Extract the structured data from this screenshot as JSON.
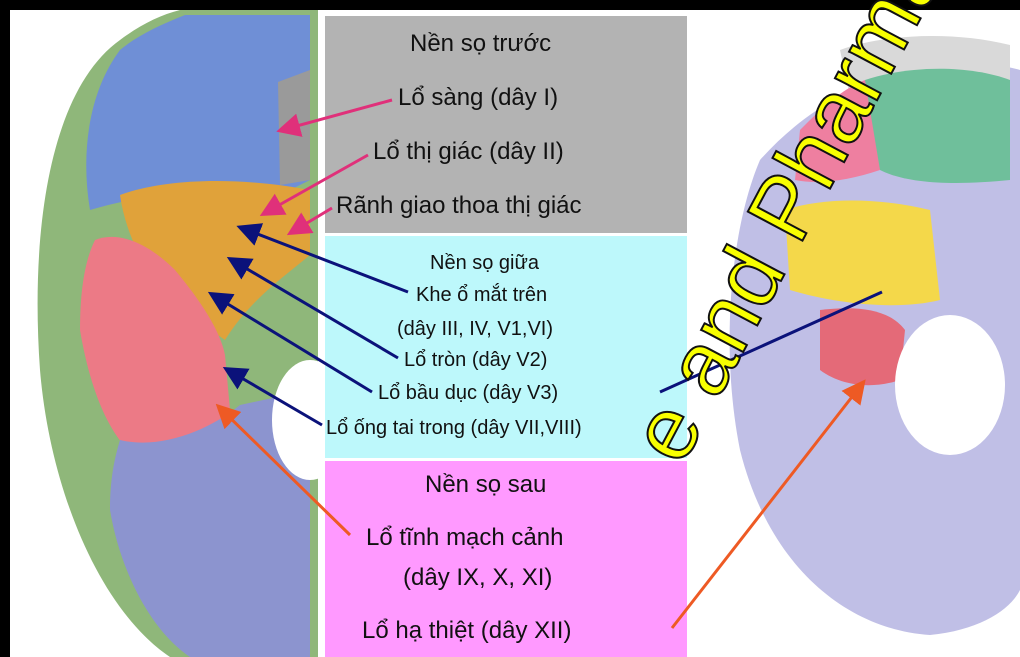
{
  "anterior": {
    "title": "Nền sọ trước",
    "item1": "Lổ sàng (dây I)",
    "item2": "Lổ thị giác (dây II)",
    "item3": "Rãnh giao thoa thị giác"
  },
  "middle": {
    "title": "Nền sọ giữa",
    "item1": "Khe ổ mắt trên",
    "item1b": "(dây III, IV, V1,VI)",
    "item2": "Lổ tròn (dây V2)",
    "item3": "Lổ bầu dục (dây V3)",
    "item4": "Lổ ống tai trong (dây VII,VIII)"
  },
  "posterior": {
    "title": "Nền sọ sau",
    "item1": "Lổ tĩnh mạch cảnh",
    "item1b": "(dây IX, X, XI)",
    "item2": "Lổ hạ thiệt (dây XII)"
  },
  "watermark": "e and Pharmacy, V",
  "colors": {
    "anterior_box": "#b3b3b3",
    "middle_box": "#bdf8fb",
    "posterior_box": "#ff99ff",
    "arrow_pink": "#e0307a",
    "arrow_navy": "#0b127a",
    "arrow_orange": "#ee5a24",
    "watermark": "#f8ff00"
  }
}
